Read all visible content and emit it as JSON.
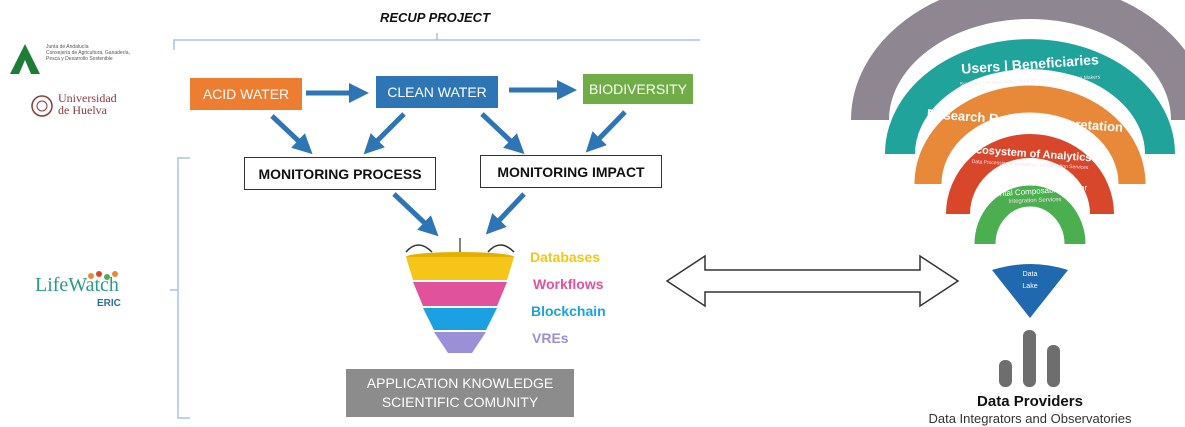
{
  "project_title": "RECUP PROJECT",
  "logos": {
    "junta_lines": [
      "Junta de Andalucía",
      "Consejería de Agricultura, Ganadería,",
      "Pesca y Desarrollo Sostenible"
    ],
    "uhu_line1": "Universidad",
    "uhu_line2": "de Huelva",
    "lifewatch_main": "LifeWatch",
    "lifewatch_sub": "ERIC"
  },
  "stages": [
    {
      "label": "ACID WATER",
      "color": "#ED7D31"
    },
    {
      "label": "CLEAN WATER",
      "color": "#2E75B6"
    },
    {
      "label": "BIODIVERSITY",
      "color": "#70AD47"
    }
  ],
  "monitoring": {
    "process": "MONITORING PROCESS",
    "impact": "MONITORING IMPACT"
  },
  "funnel": [
    {
      "label": "Databases",
      "color": "#F5C518"
    },
    {
      "label": "Workflows",
      "color": "#E0529C"
    },
    {
      "label": "Blockchain",
      "color": "#1BA1E2"
    },
    {
      "label": "VREs",
      "color": "#9B8FD8"
    }
  ],
  "knowledge": {
    "line1": "APPLICATION KNOWLEDGE",
    "line2": "SCIENTIFIC COMUNITY"
  },
  "layers": [
    {
      "title": "Users | Beneficiaries",
      "subtitle": "Scientists | Researchers | Students | Citizens | Decision Makers",
      "color": "#8E8792"
    },
    {
      "title": "Research Results Interpretation",
      "subtitle": "",
      "color": "#1FA39A"
    },
    {
      "title": "Ecosystem of Analytics",
      "subtitle": "Data Processing & Modelling | Visualisation Services",
      "color": "#E8893A"
    },
    {
      "title": "Horizontal Composability Layer",
      "subtitle": "Integration Services",
      "color": "#D9472B"
    },
    {
      "title": "Vertical Composability Layer",
      "subtitle": "",
      "color": "#4BAE4F"
    }
  ],
  "data_lake": {
    "line1": "Data",
    "line2": "Lake",
    "color": "#2068B0"
  },
  "providers": {
    "title": "Data Providers",
    "subtitle": "Data Integrators and Observatories"
  }
}
